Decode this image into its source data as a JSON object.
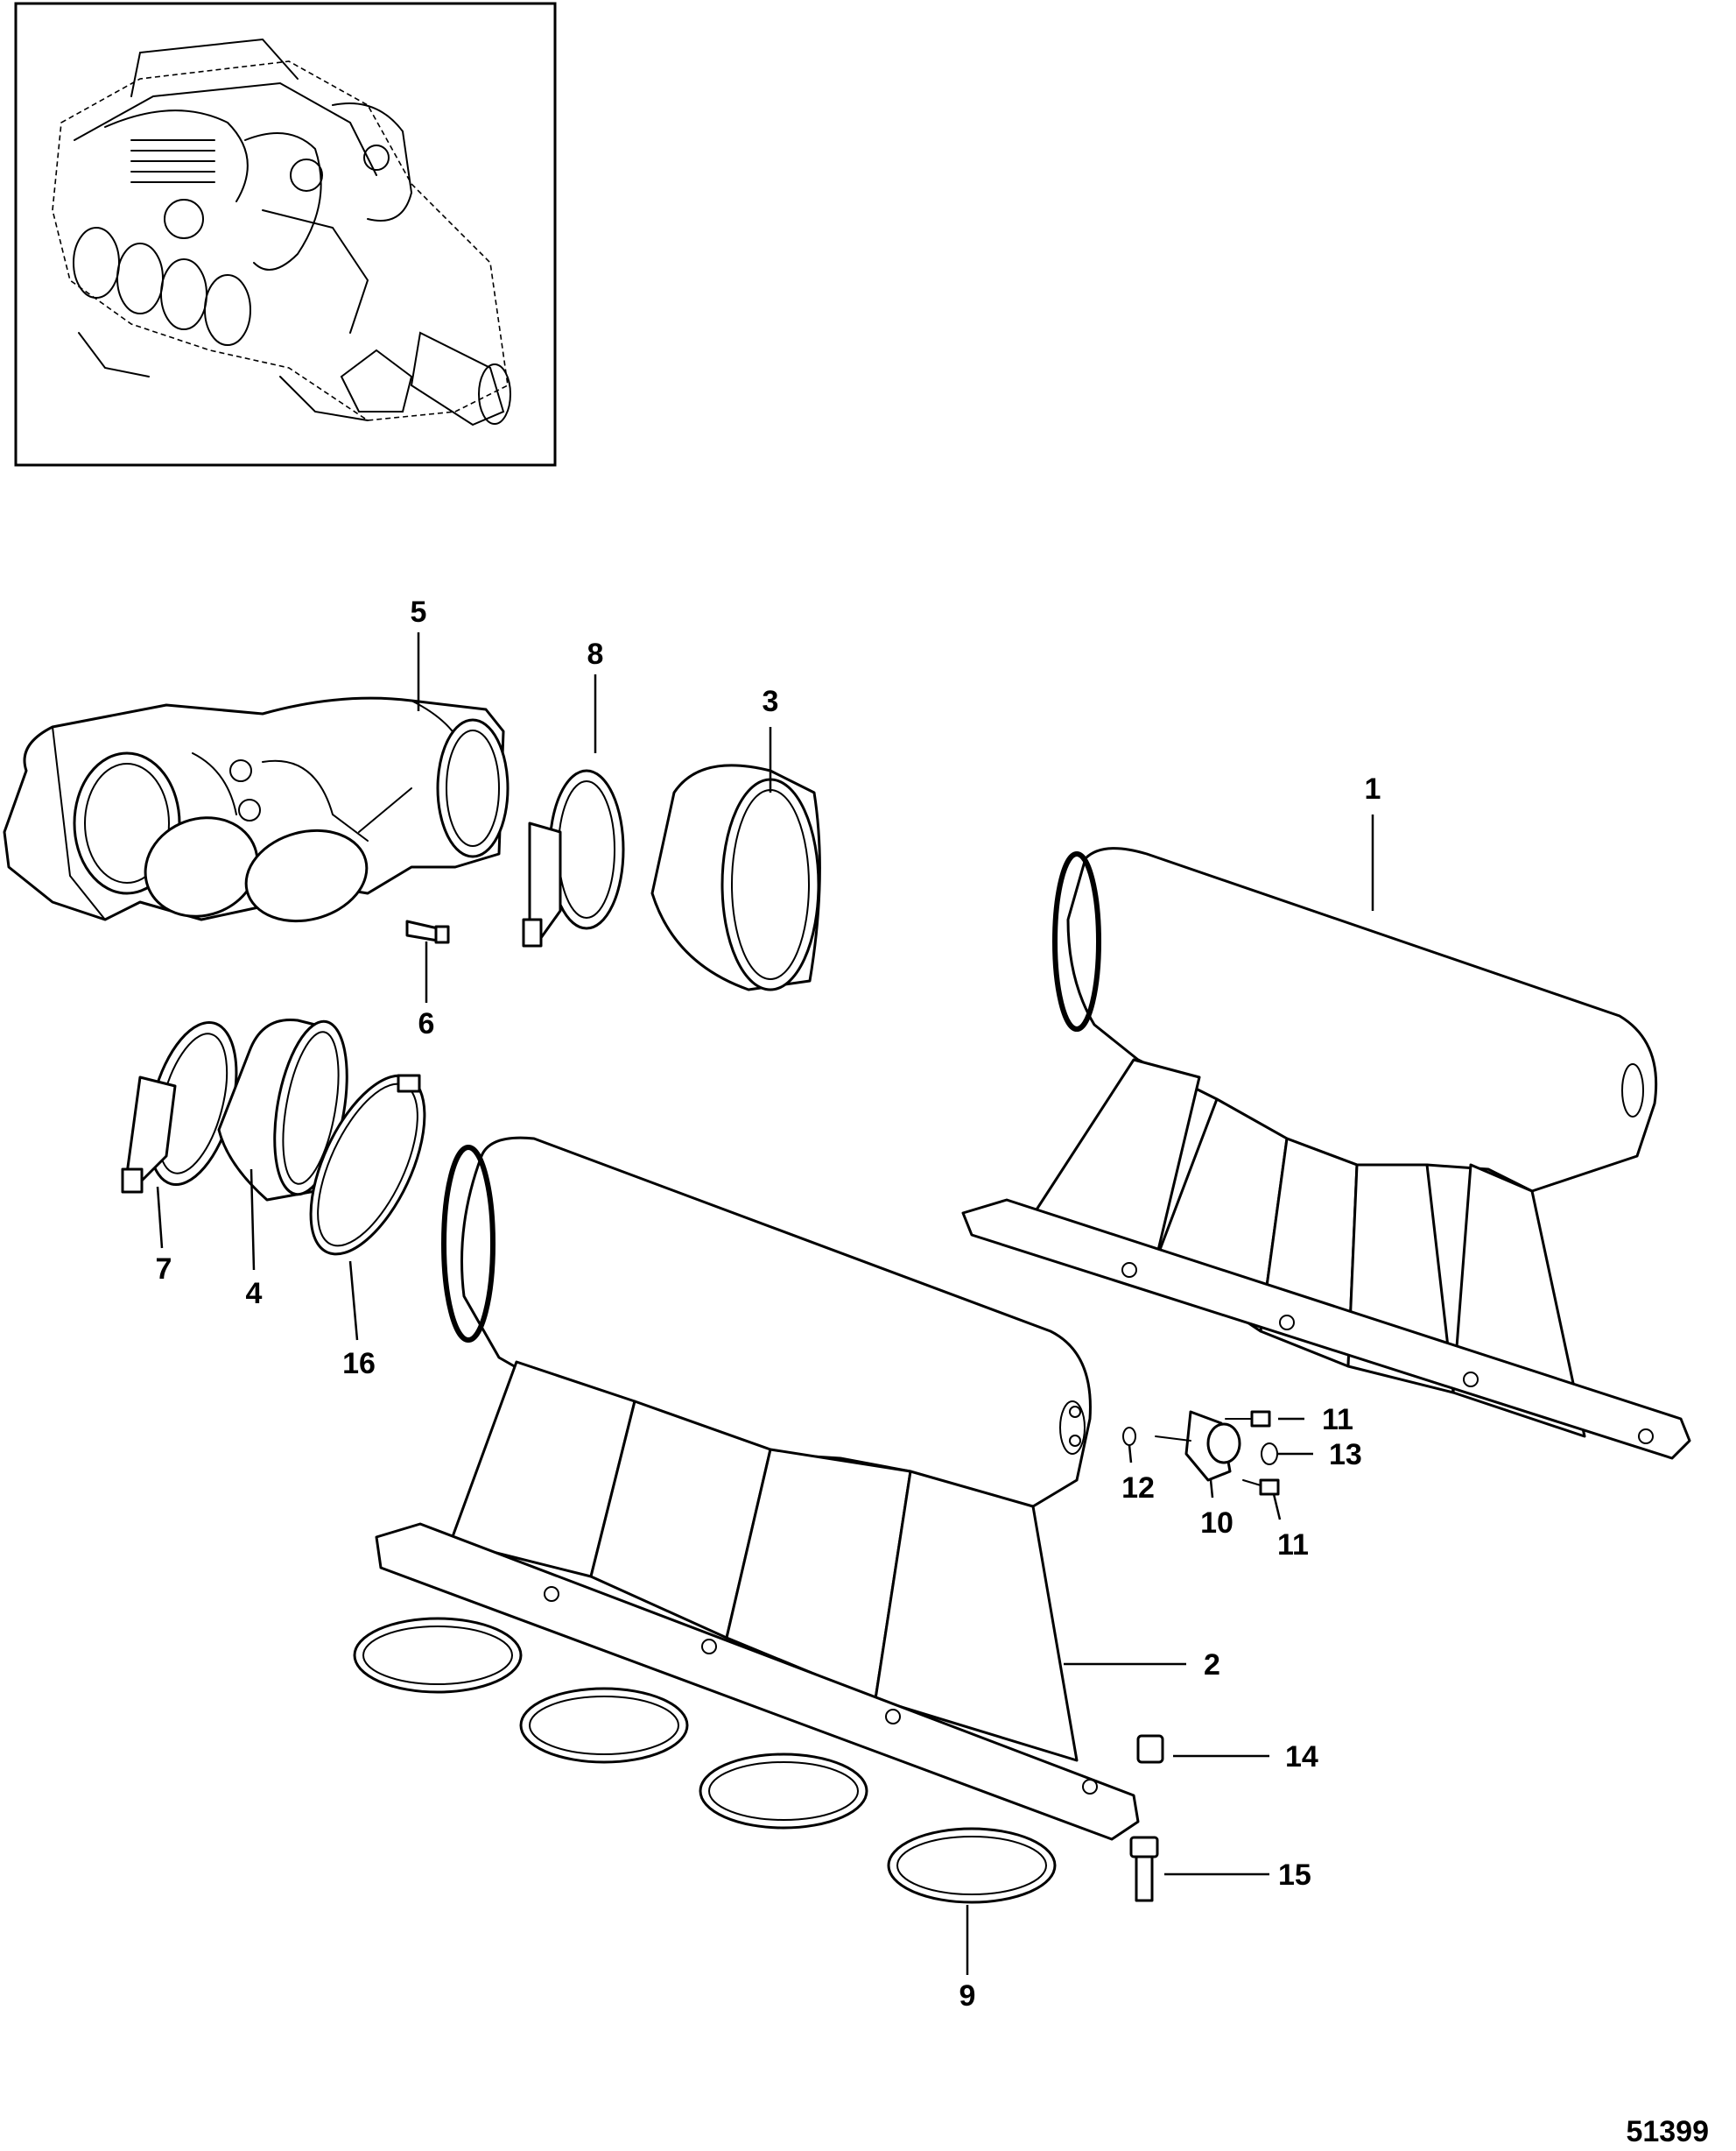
{
  "figure_number": "51399",
  "callouts": [
    {
      "id": "c1",
      "text": "1"
    },
    {
      "id": "c2",
      "text": "2"
    },
    {
      "id": "c3",
      "text": "3"
    },
    {
      "id": "c4",
      "text": "4"
    },
    {
      "id": "c5",
      "text": "5"
    },
    {
      "id": "c6",
      "text": "6"
    },
    {
      "id": "c7",
      "text": "7"
    },
    {
      "id": "c8",
      "text": "8"
    },
    {
      "id": "c9",
      "text": "9"
    },
    {
      "id": "c10",
      "text": "10"
    },
    {
      "id": "c11a",
      "text": "11"
    },
    {
      "id": "c11b",
      "text": "11"
    },
    {
      "id": "c12",
      "text": "12"
    },
    {
      "id": "c13",
      "text": "13"
    },
    {
      "id": "c14",
      "text": "14"
    },
    {
      "id": "c15",
      "text": "15"
    },
    {
      "id": "c16",
      "text": "16"
    }
  ],
  "colors": {
    "line": "#000000",
    "background": "#ffffff"
  }
}
